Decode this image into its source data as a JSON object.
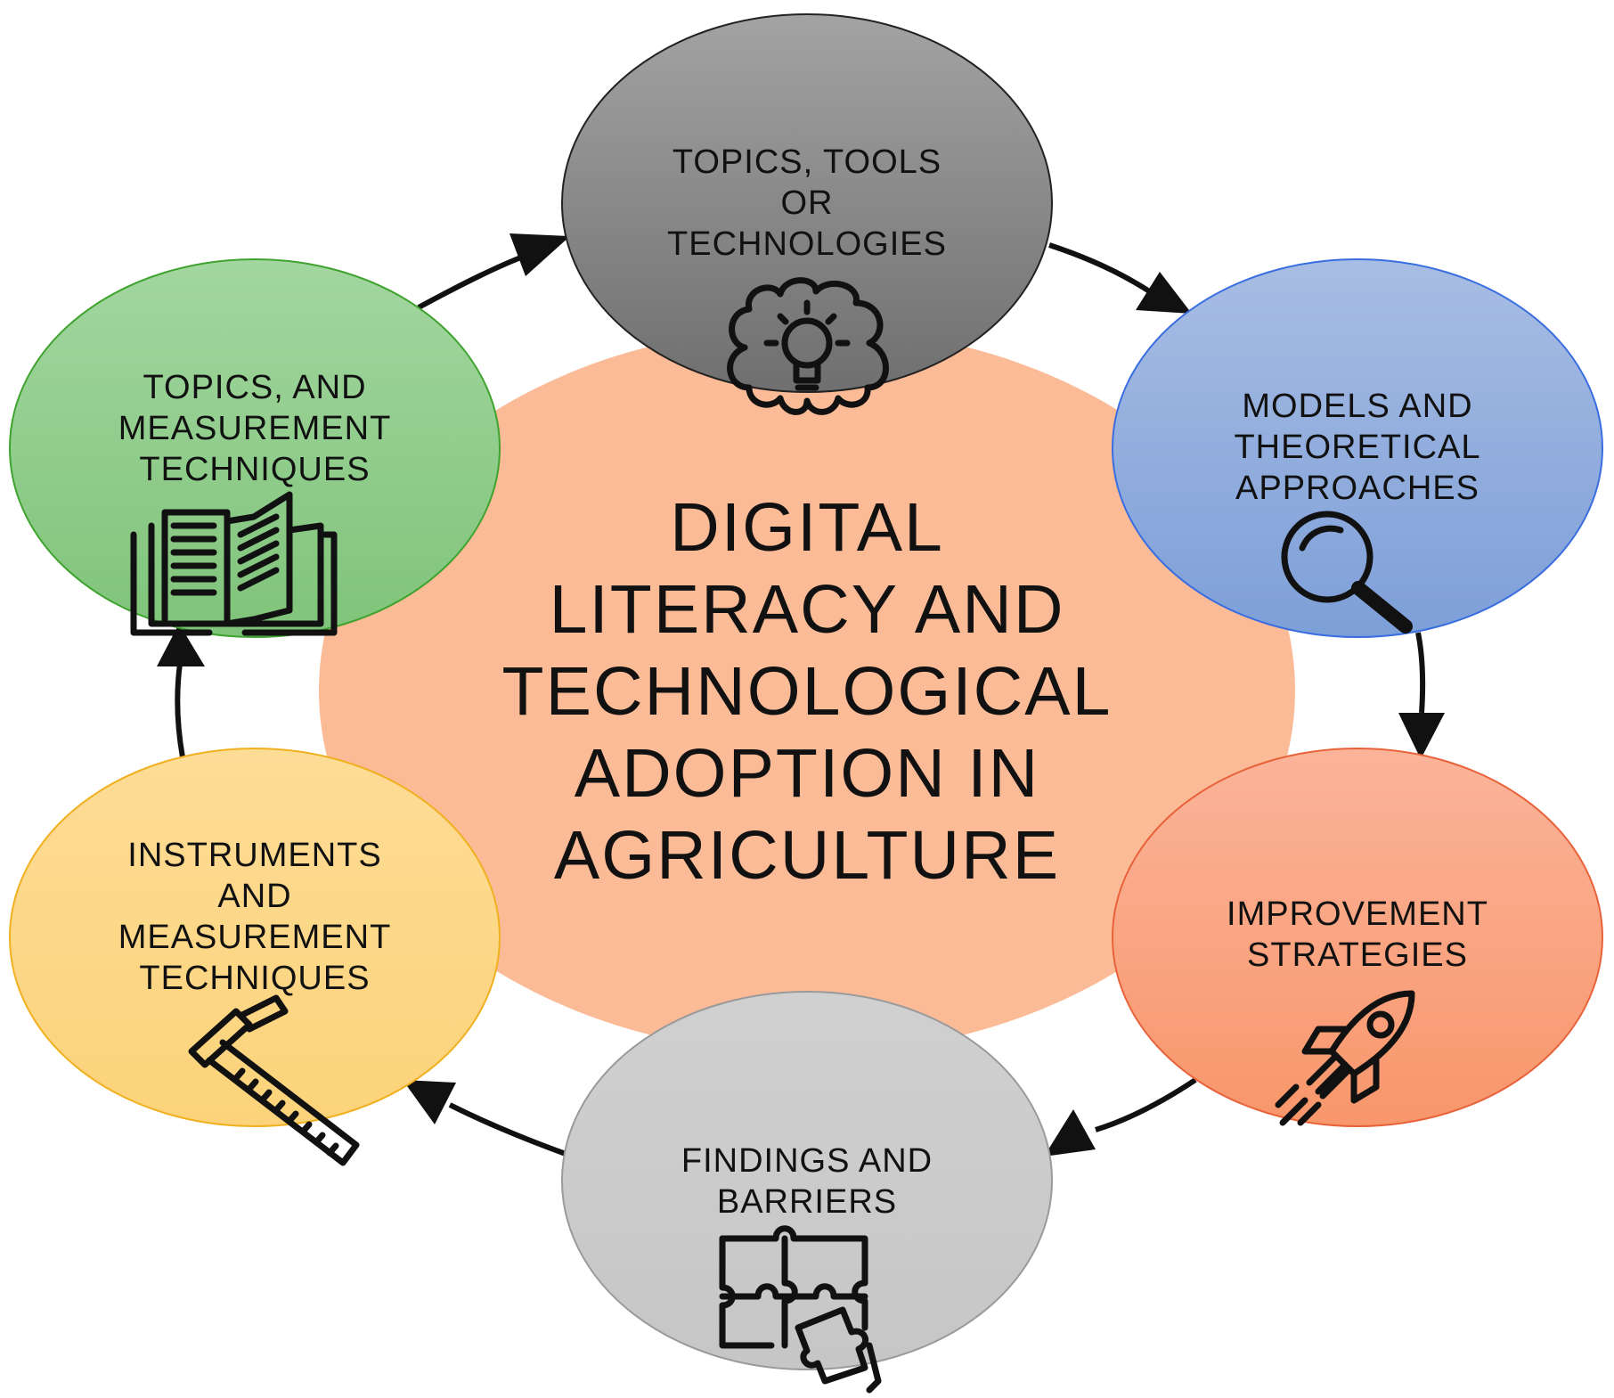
{
  "center": {
    "lines": [
      "DIGITAL",
      "LITERACY AND",
      "TECHNOLOGICAL",
      "ADOPTION IN",
      "AGRICULTURE"
    ],
    "color": "#fbb48d"
  },
  "nodes": [
    {
      "id": "topics-tools",
      "lines": [
        "TOPICS, TOOLS",
        "OR",
        "TECHNOLOGIES"
      ],
      "icon": "brain-lightbulb-icon",
      "fill_top": "#a3a3a3",
      "fill_bottom": "#6f6f6f"
    },
    {
      "id": "models",
      "lines": [
        "MODELS AND",
        "THEORETICAL",
        "APPROACHES"
      ],
      "icon": "magnifier-icon",
      "fill_top": "#a8bde3",
      "fill_bottom": "#7d9fd8"
    },
    {
      "id": "improvement",
      "lines": [
        "IMPROVEMENT",
        "STRATEGIES"
      ],
      "icon": "rocket-icon",
      "fill_top": "#fbb49a",
      "fill_bottom": "#f8966b"
    },
    {
      "id": "findings",
      "lines": [
        "FINDINGS AND",
        "BARRIERS"
      ],
      "icon": "puzzle-icon",
      "fill_top": "#d0d0d0",
      "fill_bottom": "#c6c6c6"
    },
    {
      "id": "instruments",
      "lines": [
        "INSTRUMENTS",
        "AND",
        "MEASUREMENT",
        "TECHNIQUES"
      ],
      "icon": "ruler-icon",
      "fill_top": "#fddc96",
      "fill_bottom": "#fcd37a"
    },
    {
      "id": "topics-measurement",
      "lines": [
        "TOPICS, AND",
        "MEASUREMENT",
        "TECHNIQUES"
      ],
      "icon": "book-icon",
      "fill_top": "#a3d6a0",
      "fill_bottom": "#7fc47a"
    }
  ]
}
